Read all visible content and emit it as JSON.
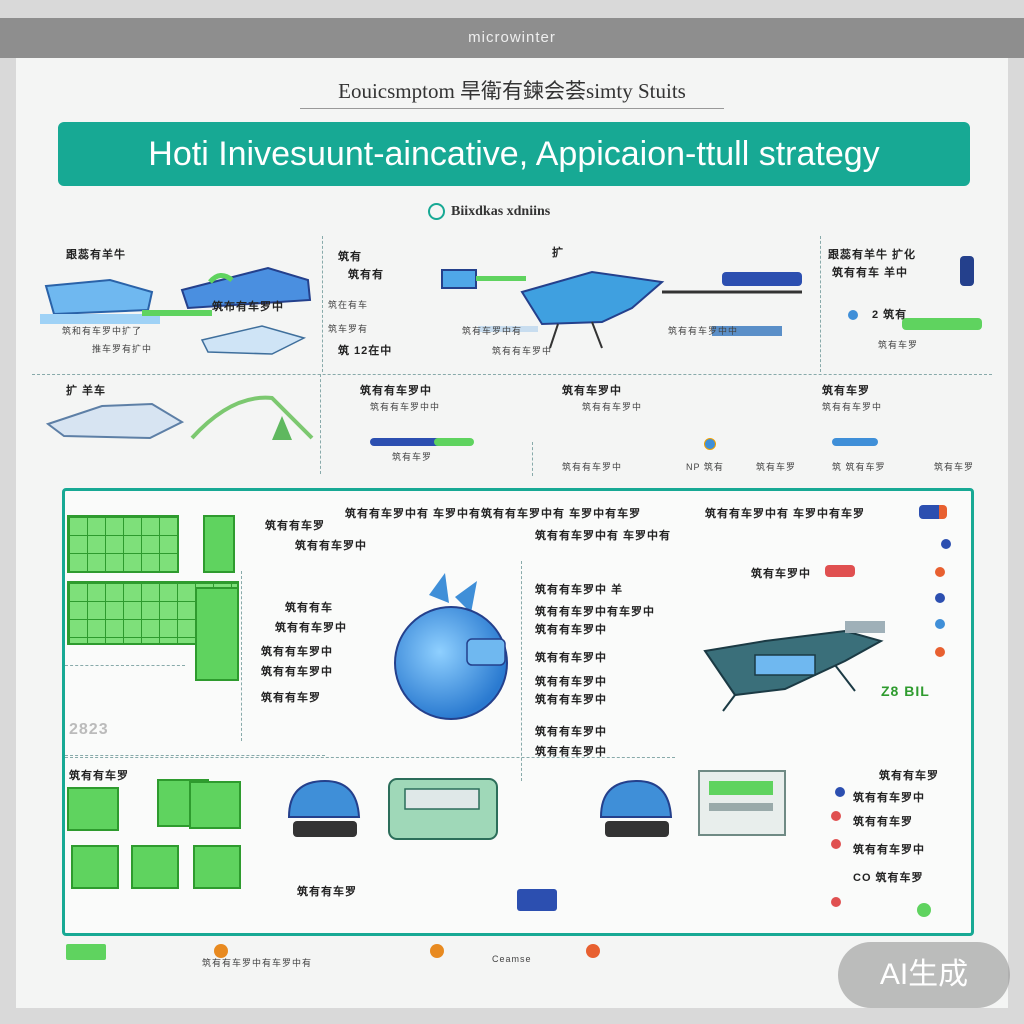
{
  "header": {
    "topbar_text": "microwinter",
    "subtitle": "Eouicsmptom 旱衛有鍊会荟simty Stuits",
    "banner_title": "Hoti Inivesuunt-aincative, Appicaion-ttull strategy",
    "caption": "Biixdkas xdniins"
  },
  "top_panels": {
    "p1_title": "跟蕊有羊牛",
    "p1_line1": "筑布有车罗中",
    "p1_line2": "筑和有车罗中扩了",
    "p1_line3": "推车罗有扩中",
    "p2_title": "筑有",
    "p2_line1": "筑有有",
    "p2_line2": "筑在有车",
    "p2_line3": "筑车罗有",
    "p2_line4": "筑 12在中",
    "p3_title": "扩",
    "p3_line1": "筑有车罗中有",
    "p3_line2": "筑有有车罗中",
    "p4_title": "跟蕊有羊牛 扩化",
    "p4_line1": "筑有有车 羊中",
    "p4_line2": "2 筑有",
    "p4_line3": "筑有车罗",
    "r2_p1_title": "扩 羊车",
    "r2_p2_title": "筑有有车罗中",
    "r2_p2_line": "筑有有车罗中中",
    "r2_p3_title": "筑有车罗中",
    "r2_p3_line": "筑有有车罗中",
    "r2_p4_title": "筑有车罗",
    "r2_p4_line": "筑有有车罗中",
    "r2_foot1": "筑有车罗",
    "r2_foot2": "筑有有车罗中",
    "r2_foot3": "NP 筑有",
    "r2_foot4": "筑有车罗",
    "r2_foot5": "筑 筑有车罗",
    "r2_foot6": "筑有车罗"
  },
  "mid_section": {
    "head_line1": "筑有有车罗中有 车罗中有筑有有车罗中有 车罗中有车罗",
    "head_line2": "筑有有车罗中有 车罗中有",
    "left_line1": "筑有有车罗",
    "left_line2": "筑有有车罗中",
    "left_line3": "筑有有车",
    "left_line4": "筑有有车罗中",
    "left_line5": "筑有有车罗中",
    "left_line6": "筑有有车罗中",
    "left_line7": "筑有有车罗",
    "left_num": "2823",
    "center_line1": "筑有有车罗中 羊",
    "center_line2": "筑有有车罗中有车罗中",
    "center_line3": "筑有有车罗中",
    "center_line4": "筑有有车罗中",
    "center_line5": "筑有有车罗中",
    "center_line6": "筑有有车罗中",
    "center_line7": "筑有有车罗中",
    "center_line8": "筑有有车罗中",
    "right_head": "筑有有车罗中有 车罗中有车罗",
    "right_line1": "筑有车罗中",
    "right_line2": "Z8 BIL",
    "bottom_left_title": "筑有有车罗",
    "bottom_mid_line": "筑有有车罗",
    "bottom_right_line1": "筑有有车罗",
    "bottom_right_line2": "筑有有车罗中",
    "bottom_right_line3": "筑有有车罗",
    "bottom_right_line4": "筑有有车罗中",
    "bottom_right_line5": "CO 筑有车罗"
  },
  "footer": {
    "strip_line": "筑有有车罗中有车罗中有",
    "strip_label": "Ceamse"
  },
  "badge": {
    "text": "AI生成"
  },
  "colors": {
    "teal": "#17a994",
    "green": "#5fd35f",
    "blue": "#3f8fd8",
    "navy": "#24408c"
  }
}
